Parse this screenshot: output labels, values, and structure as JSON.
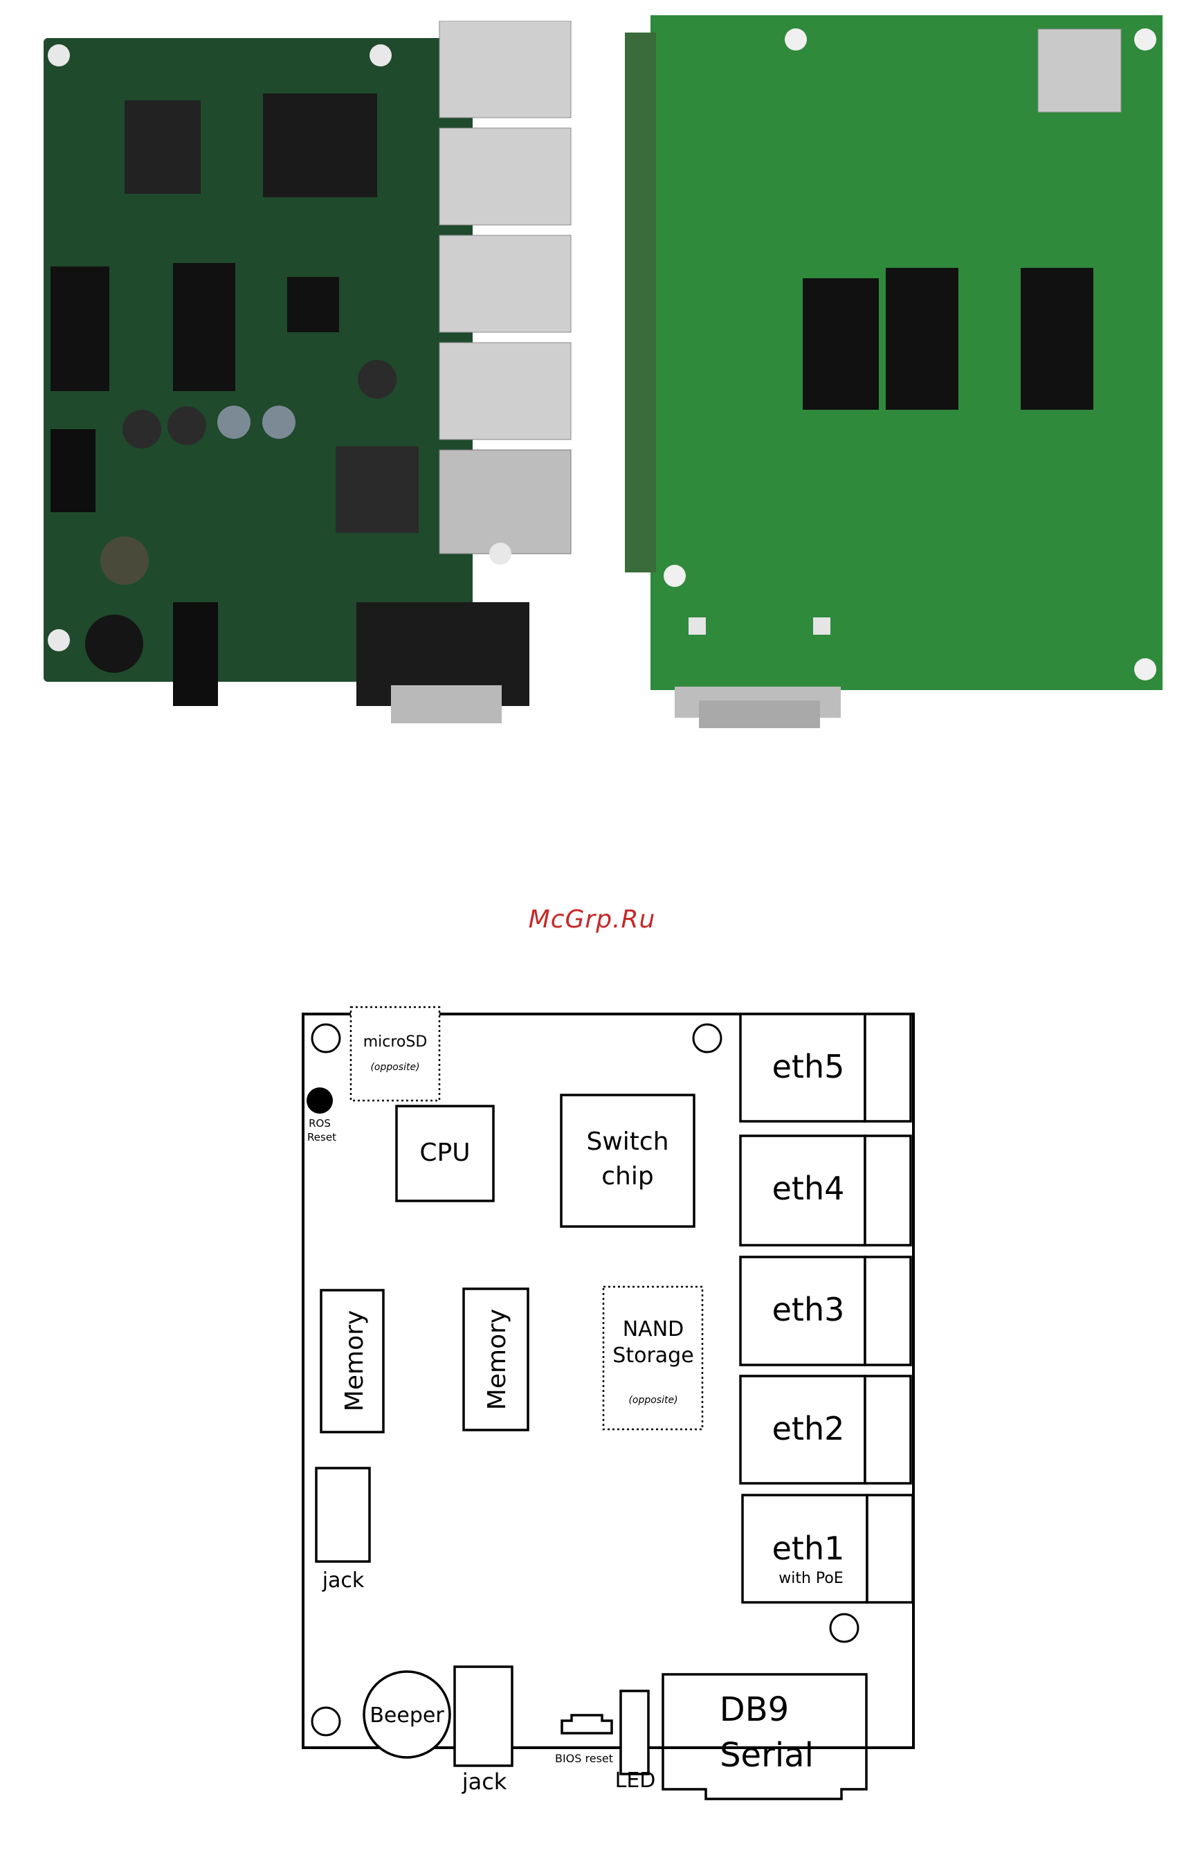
{
  "watermark": "McGrp.Ru",
  "photos": {
    "front": {
      "label": "",
      "board_color": "#1f4a2c"
    },
    "back": {
      "label": "",
      "board_color": "#2f8a3c"
    }
  },
  "diagram": {
    "microsd": {
      "title": "microSD",
      "note": "(opposite)"
    },
    "ros_reset": {
      "line1": "ROS",
      "line2": "Reset"
    },
    "cpu": "CPU",
    "switch_chip": {
      "line1": "Switch",
      "line2": "chip"
    },
    "memory_1": "Memory",
    "memory_2": "Memory",
    "nand": {
      "line1": "NAND",
      "line2": "Storage",
      "note": "(opposite)"
    },
    "ports": [
      {
        "label": "eth5",
        "sub": ""
      },
      {
        "label": "eth4",
        "sub": ""
      },
      {
        "label": "eth3",
        "sub": ""
      },
      {
        "label": "eth2",
        "sub": ""
      },
      {
        "label": "eth1",
        "sub": "with PoE"
      }
    ],
    "jack_top": "jack",
    "jack_bottom": "jack",
    "beeper": "Beeper",
    "bios_reset": "BIOS reset",
    "led": "LED",
    "db9": {
      "line1": "DB9",
      "line2": "Serial"
    }
  }
}
